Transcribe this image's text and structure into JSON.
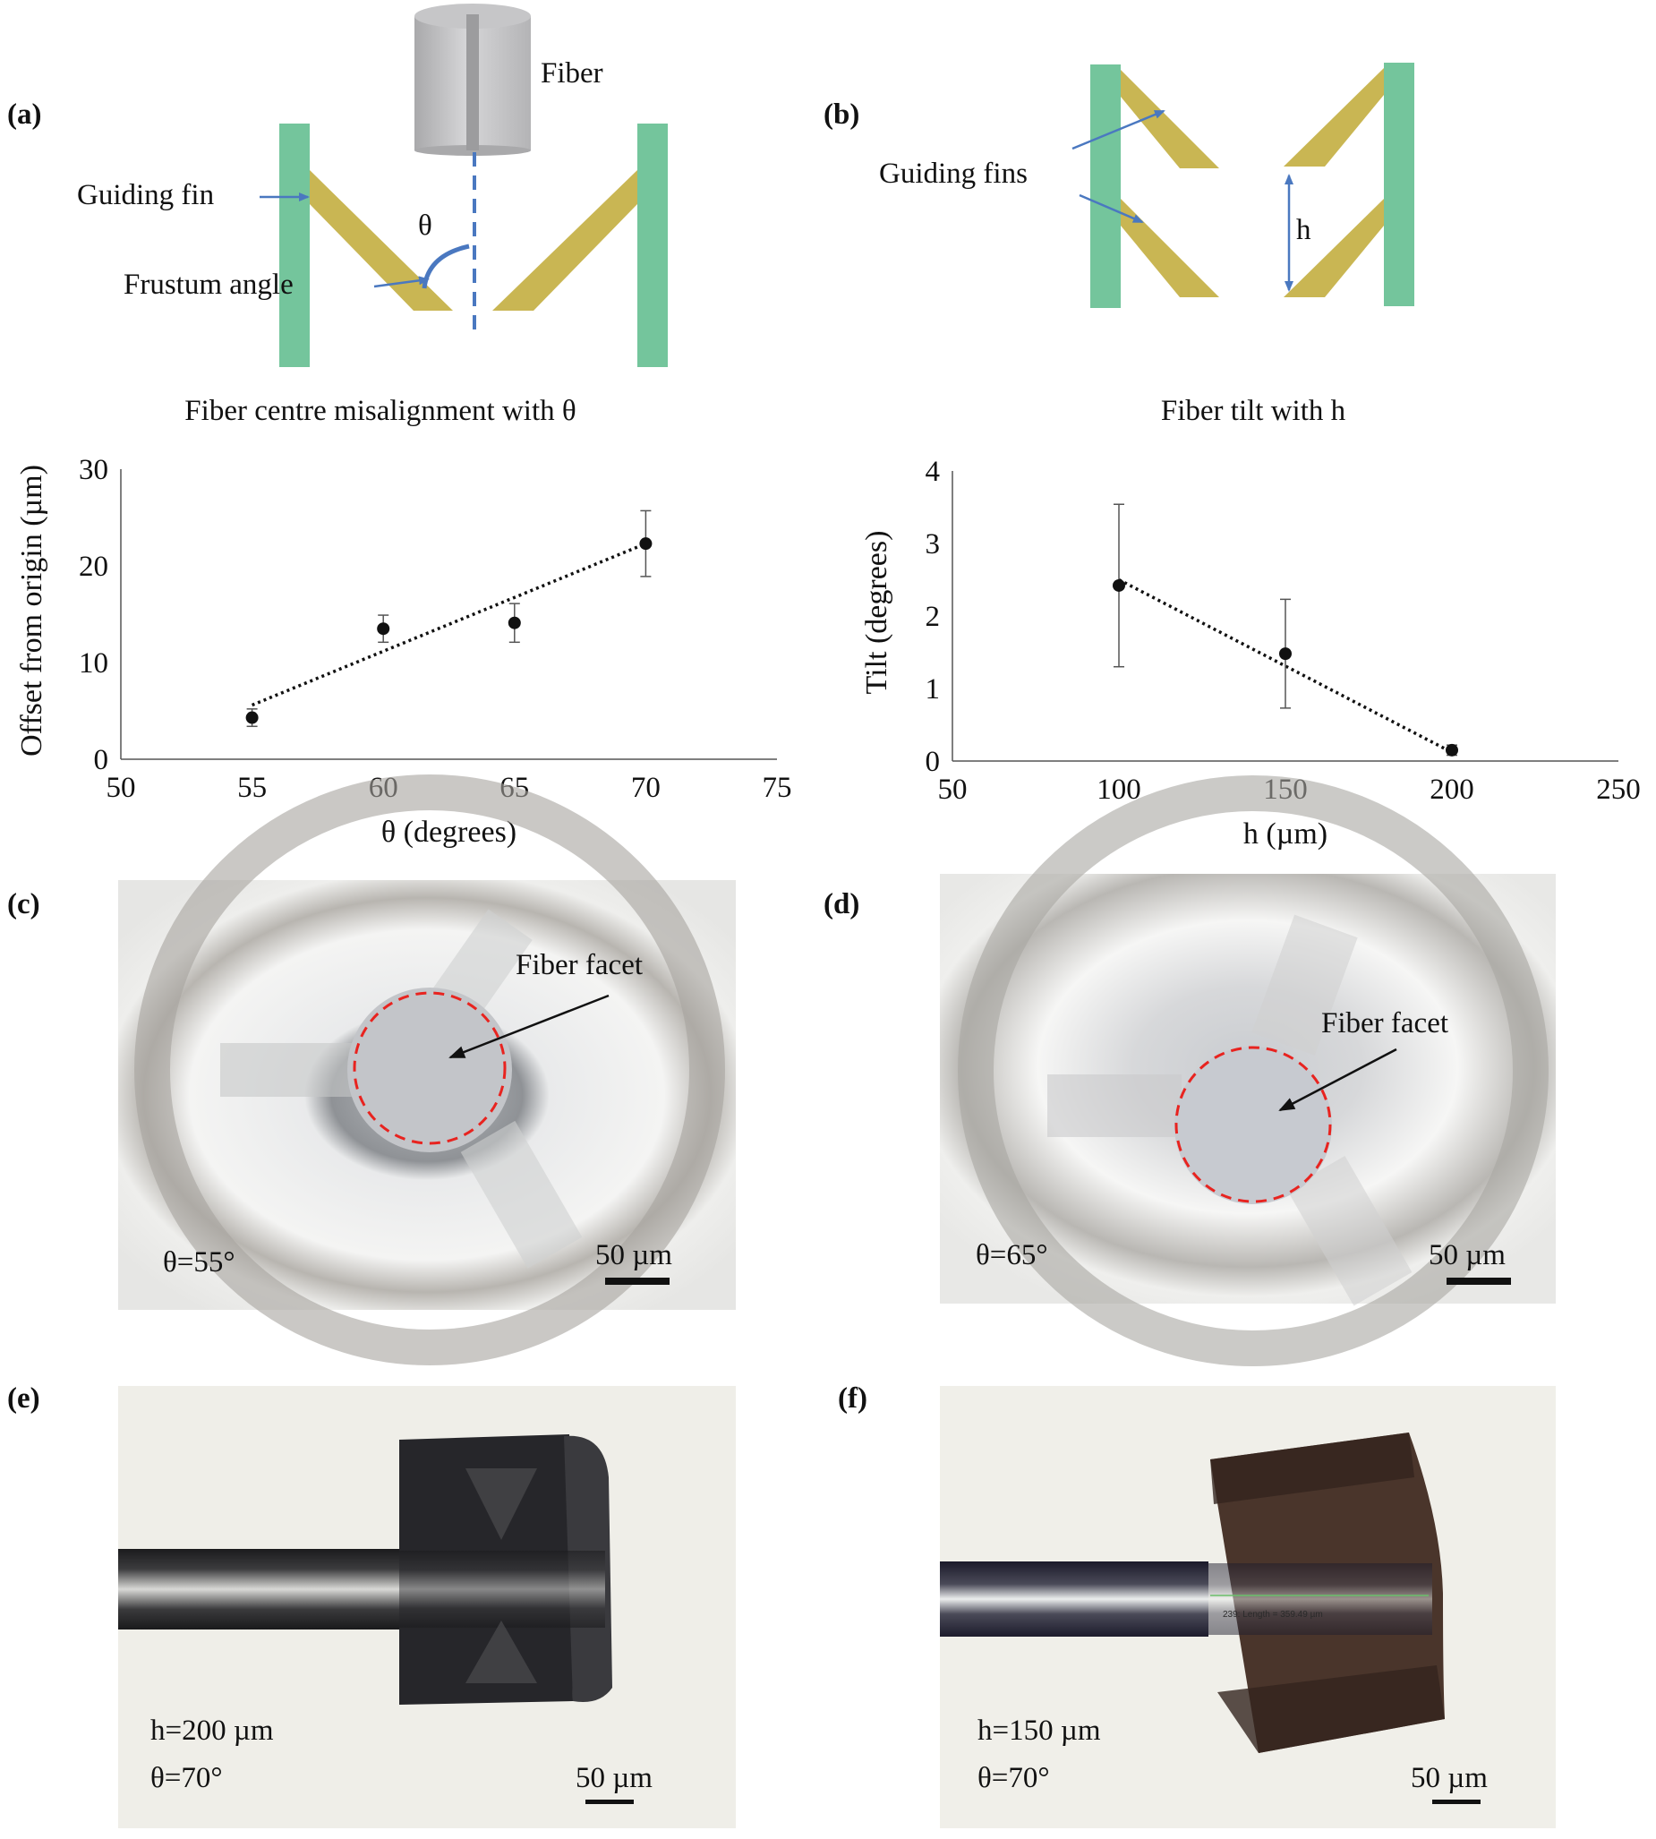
{
  "panels": {
    "a": {
      "label": "(a)",
      "fiber_label": "Fiber",
      "guiding_fin_label": "Guiding fin",
      "theta_symbol": "θ",
      "frustum_label": "Frustum angle",
      "caption": "Fiber centre misalignment with θ",
      "fin_color": "#c9b653",
      "wall_color": "#74c59c",
      "fiber_color": "#c8c8ca",
      "axis_color": "#4a78c0"
    },
    "b": {
      "label": "(b)",
      "guiding_fins_label": "Guiding fins",
      "h_symbol": "h",
      "caption": "Fiber tilt with h"
    },
    "c": {
      "label": "(c)",
      "facet_label": "Fiber facet",
      "angle_label": "θ=55°",
      "scale_label": "50 µm"
    },
    "d": {
      "label": "(d)",
      "facet_label": "Fiber facet",
      "angle_label": "θ=65°",
      "scale_label": "50 µm"
    },
    "e": {
      "label": "(e)",
      "h_label": "h=200 µm",
      "angle_label": "θ=70°",
      "scale_label": "50 µm"
    },
    "f": {
      "label": "(f)",
      "h_label": "h=150 µm",
      "angle_label": "θ=70°",
      "scale_label": "50 µm",
      "measure_text": "239: Length = 359.49 µm"
    }
  },
  "chart_data": [
    {
      "type": "scatter",
      "xlabel": "θ (degrees)",
      "ylabel": "Offset from origin (µm)",
      "xlim": [
        50,
        75
      ],
      "ylim": [
        0,
        30
      ],
      "xticks": [
        50,
        55,
        60,
        65,
        70,
        75
      ],
      "yticks": [
        0,
        10,
        20,
        30
      ],
      "points": [
        {
          "x": 55,
          "y": 4.3,
          "err": 0.9
        },
        {
          "x": 60,
          "y": 13.5,
          "err": 1.4
        },
        {
          "x": 65,
          "y": 14.1,
          "err": 2.0
        },
        {
          "x": 70,
          "y": 22.3,
          "err": 3.4
        }
      ],
      "trendline": {
        "style": "dotted",
        "from": [
          55,
          5.6
        ],
        "to": [
          70,
          22.3
        ]
      }
    },
    {
      "type": "scatter",
      "xlabel": "h (µm)",
      "ylabel": "Tilt (degrees)",
      "xlim": [
        50,
        250
      ],
      "ylim": [
        0,
        4
      ],
      "xticks": [
        50,
        100,
        150,
        200,
        250
      ],
      "yticks": [
        0,
        1,
        2,
        3,
        4
      ],
      "points": [
        {
          "x": 100,
          "y": 2.42,
          "err": 1.12
        },
        {
          "x": 150,
          "y": 1.48,
          "err": 0.75
        },
        {
          "x": 200,
          "y": 0.15,
          "err": 0.07
        }
      ],
      "trendline": {
        "style": "dotted",
        "from": [
          100,
          2.5
        ],
        "to": [
          200,
          0.12
        ]
      }
    }
  ]
}
